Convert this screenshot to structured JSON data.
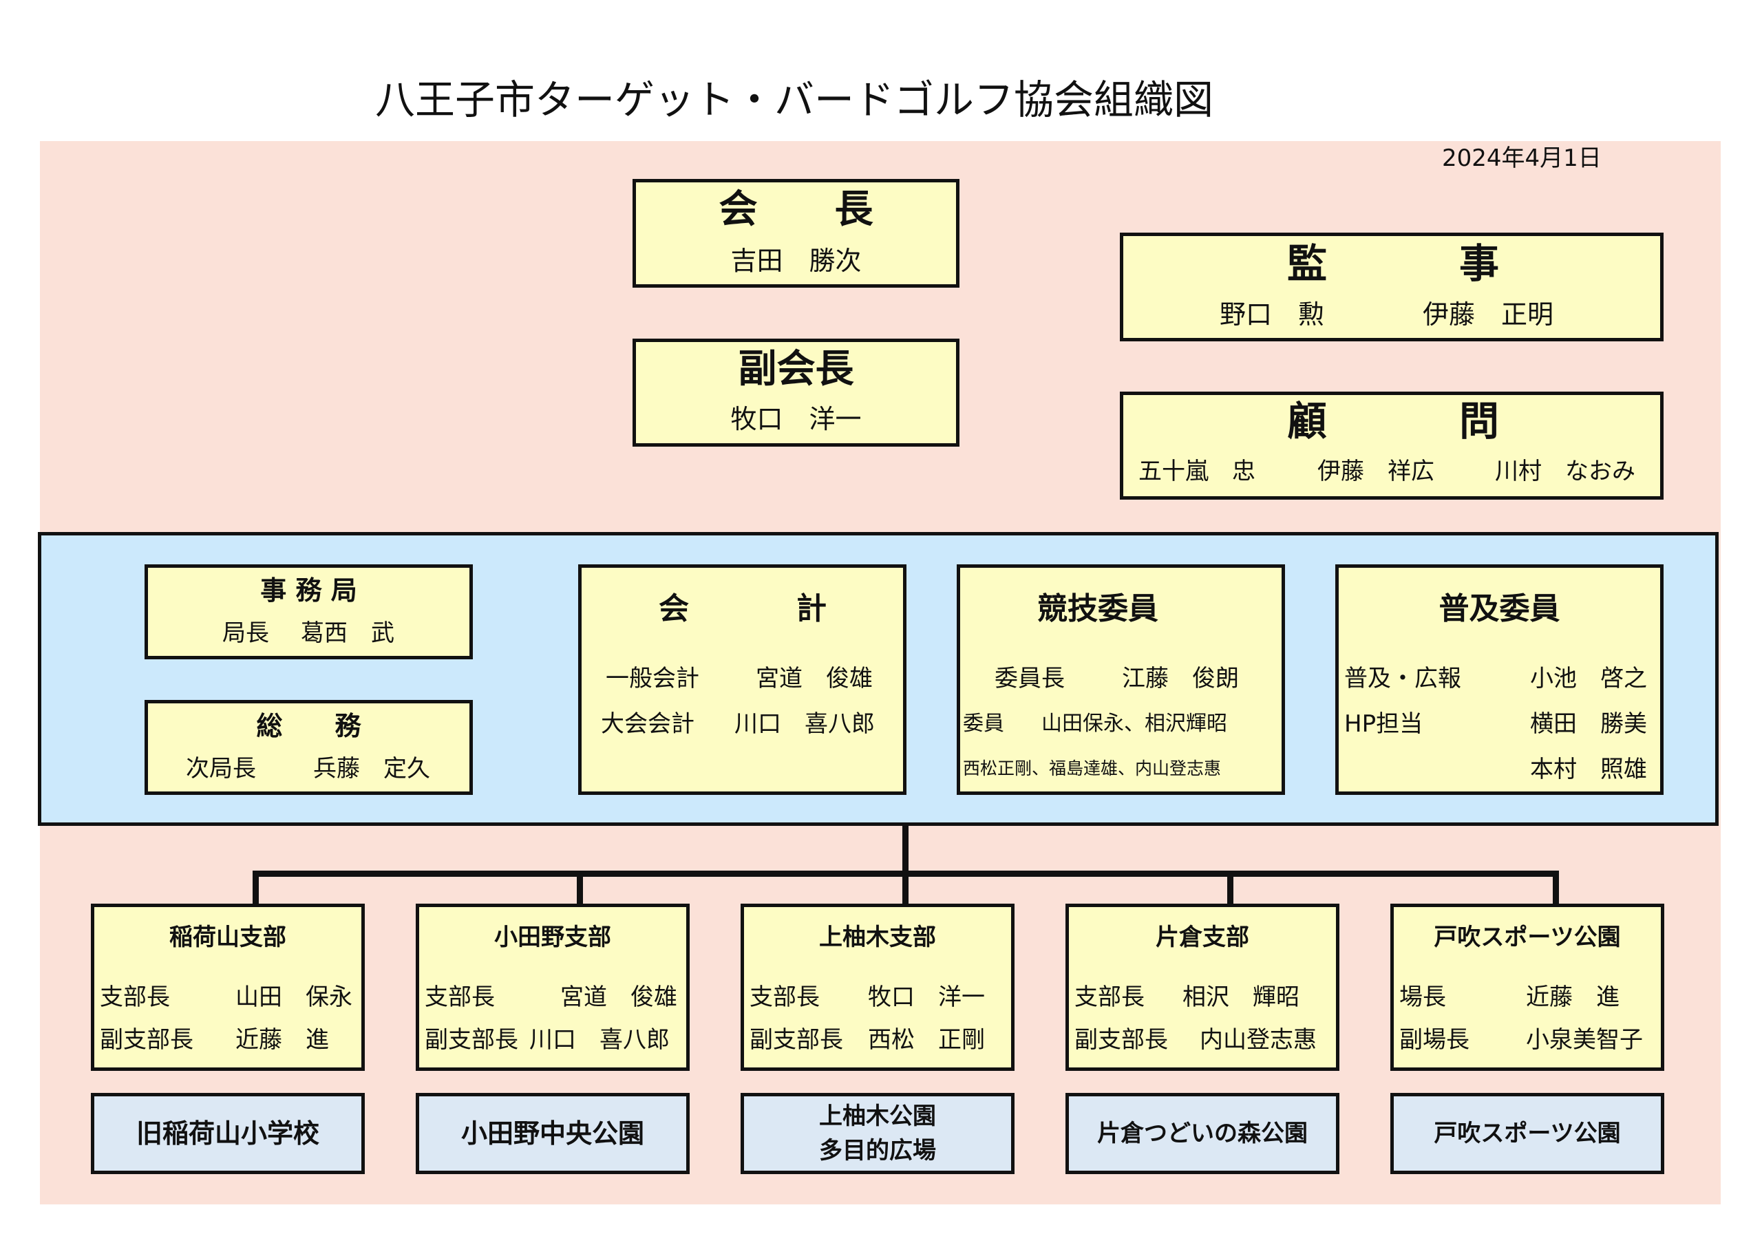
{
  "title": "八王子市ターゲット・バードゴルフ協会組織図",
  "date": "2024年4月1日",
  "colors": {
    "outer_bg": "#fbe1d8",
    "committee_bg": "#cce9fc",
    "box_bg": "#fdfcc4",
    "venue_bg": "#dce8f4",
    "border": "#111111"
  },
  "president": {
    "heading": "会　　長",
    "name": "吉田　勝次"
  },
  "vice_president": {
    "heading": "副会長",
    "name": "牧口　洋一"
  },
  "auditor": {
    "heading_left": "監",
    "heading_right": "事",
    "name_1": "野口　勲",
    "name_2": "伊藤　正明"
  },
  "advisor": {
    "heading_left": "顧",
    "heading_right": "問",
    "name_1": "五十嵐　忠",
    "name_2": "伊藤　祥広",
    "name_3": "川村　なおみ"
  },
  "secretariat": {
    "heading": "事 務 局",
    "role": "局長",
    "name": "葛西　武"
  },
  "general_affairs": {
    "heading": "総　　務",
    "role": "次局長",
    "name": "兵藤　定久"
  },
  "accounting": {
    "heading_left": "会",
    "heading_right": "計",
    "rows": [
      {
        "role": "一般会計",
        "name": "宮道　俊雄"
      },
      {
        "role": "大会会計",
        "name": "川口　喜八郎"
      }
    ]
  },
  "competition": {
    "heading": "競技委員",
    "chair_role": "委員長",
    "chair_name": "江藤　俊朗",
    "member_role": "委員",
    "member_names_1": "山田保永、相沢輝昭",
    "member_names_2": "西松正剛、福島達雄、内山登志惠"
  },
  "promotion": {
    "heading": "普及委員",
    "rows": [
      {
        "role": "普及・広報",
        "name": "小池　啓之"
      },
      {
        "role": "HP担当",
        "name": "横田　勝美"
      },
      {
        "role": "",
        "name": "本村　照雄"
      }
    ]
  },
  "branches": [
    {
      "name": "稲荷山支部",
      "role_1": "支部長",
      "person_1": "山田　保永",
      "role_2": "副支部長",
      "person_2": "近藤　進",
      "venue_1": "旧稲荷山小学校",
      "venue_2": ""
    },
    {
      "name": "小田野支部",
      "role_1": "支部長",
      "person_1": "宮道　俊雄",
      "role_2": "副支部長",
      "person_2": "川口　喜八郎",
      "venue_1": "小田野中央公園",
      "venue_2": ""
    },
    {
      "name": "上柚木支部",
      "role_1": "支部長",
      "person_1": "牧口　洋一",
      "role_2": "副支部長",
      "person_2": "西松　正剛",
      "venue_1": "上柚木公園",
      "venue_2": "多目的広場"
    },
    {
      "name": "片倉支部",
      "role_1": "支部長",
      "person_1": "相沢　輝昭",
      "role_2": "副支部長",
      "person_2": "内山登志惠",
      "venue_1": "片倉つどいの森公園",
      "venue_2": ""
    },
    {
      "name": "戸吹スポーツ公園",
      "role_1": "場長",
      "person_1": "近藤　進",
      "role_2": "副場長",
      "person_2": "小泉美智子",
      "venue_1": "戸吹スポーツ公園",
      "venue_2": ""
    }
  ]
}
